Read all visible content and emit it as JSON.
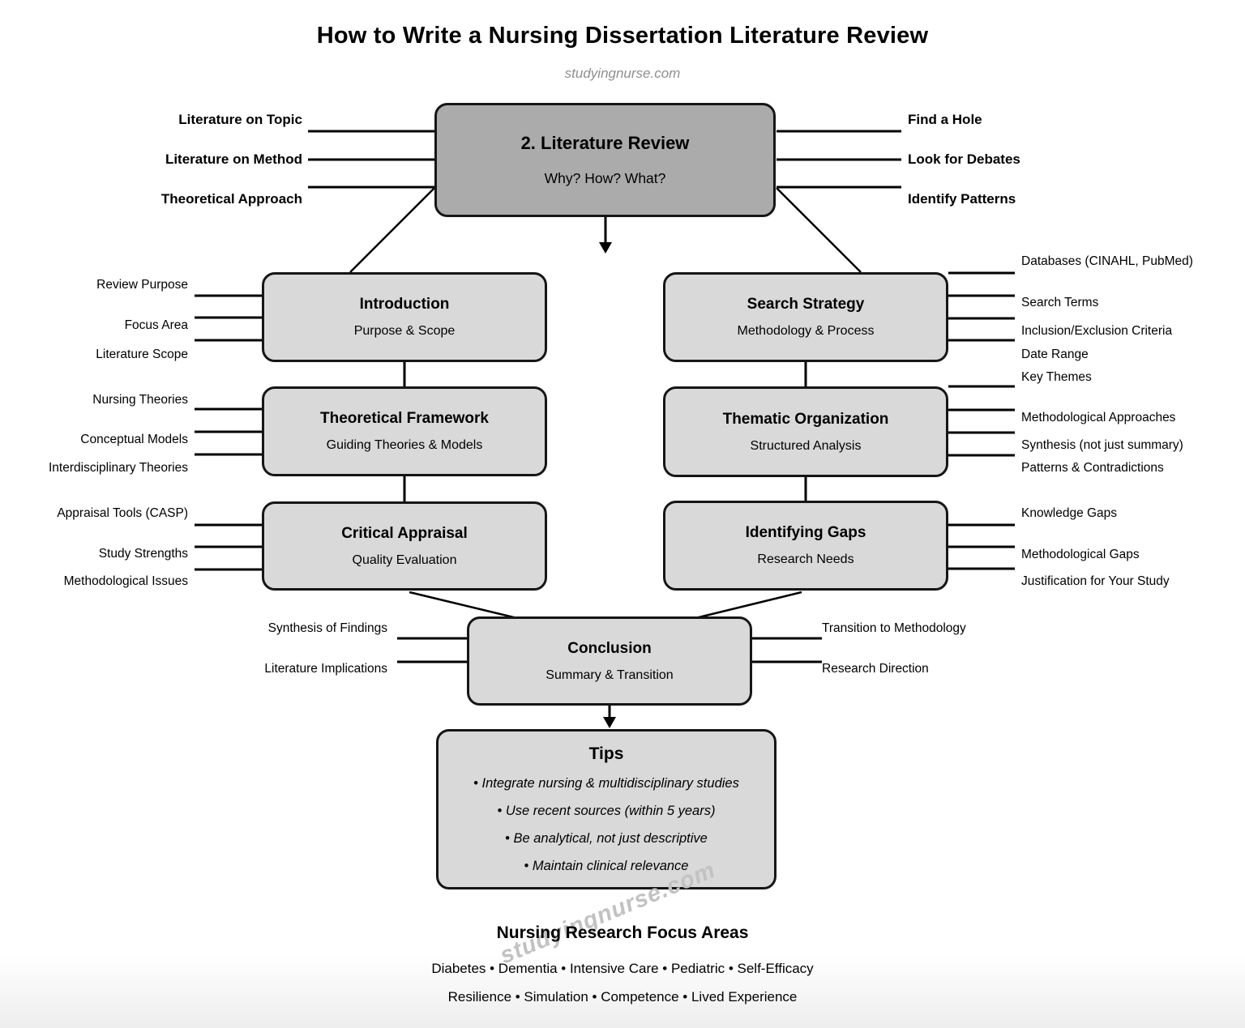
{
  "page": {
    "title": "How to Write a Nursing Dissertation Literature Review",
    "subtitle": "studyingnurse.com",
    "watermark": "studyingnurse.com"
  },
  "root": {
    "title": "2. Literature Review",
    "subtitle": "Why? How? What?",
    "left_labels": [
      "Literature on Topic",
      "Literature on Method",
      "Theoretical Approach"
    ],
    "right_labels": [
      "Find a Hole",
      "Look for Debates",
      "Identify Patterns"
    ]
  },
  "sections": {
    "introduction": {
      "title": "Introduction",
      "subtitle": "Purpose & Scope",
      "labels": [
        "Review Purpose",
        "Focus Area",
        "Literature Scope"
      ]
    },
    "search_strategy": {
      "title": "Search Strategy",
      "subtitle": "Methodology & Process",
      "labels": [
        "Databases (CINAHL, PubMed)",
        "Search Terms",
        "Inclusion/Exclusion Criteria",
        "Date Range"
      ]
    },
    "theoretical_framework": {
      "title": "Theoretical Framework",
      "subtitle": "Guiding Theories & Models",
      "labels": [
        "Nursing Theories",
        "Conceptual Models",
        "Interdisciplinary Theories"
      ]
    },
    "thematic_organization": {
      "title": "Thematic Organization",
      "subtitle": "Structured Analysis",
      "labels": [
        "Key Themes",
        "Methodological Approaches",
        "Synthesis (not just summary)",
        "Patterns & Contradictions"
      ]
    },
    "critical_appraisal": {
      "title": "Critical Appraisal",
      "subtitle": "Quality Evaluation",
      "labels": [
        "Appraisal Tools (CASP)",
        "Study Strengths",
        "Methodological Issues"
      ]
    },
    "identifying_gaps": {
      "title": "Identifying Gaps",
      "subtitle": "Research Needs",
      "labels": [
        "Knowledge Gaps",
        "Methodological Gaps",
        "Justification for Your Study"
      ]
    },
    "conclusion": {
      "title": "Conclusion",
      "subtitle": "Summary & Transition",
      "left_labels": [
        "Synthesis of Findings",
        "Literature Implications"
      ],
      "right_labels": [
        "Transition to Methodology",
        "Research Direction"
      ]
    }
  },
  "tips": {
    "title": "Tips",
    "items": [
      "• Integrate nursing & multidisciplinary studies",
      "• Use recent sources (within 5 years)",
      "• Be analytical, not just descriptive",
      "• Maintain clinical relevance"
    ]
  },
  "focus_areas": {
    "heading": "Nursing Research Focus Areas",
    "lines": [
      "Diabetes • Dementia • Intensive Care • Pediatric • Self-Efficacy",
      "Resilience • Simulation • Competence • Lived Experience"
    ]
  },
  "colors": {
    "root_fill": "#ababab",
    "section_fill": "#d9d9d9",
    "line": "#000000",
    "watermark_gray": "#c2c2c2"
  }
}
